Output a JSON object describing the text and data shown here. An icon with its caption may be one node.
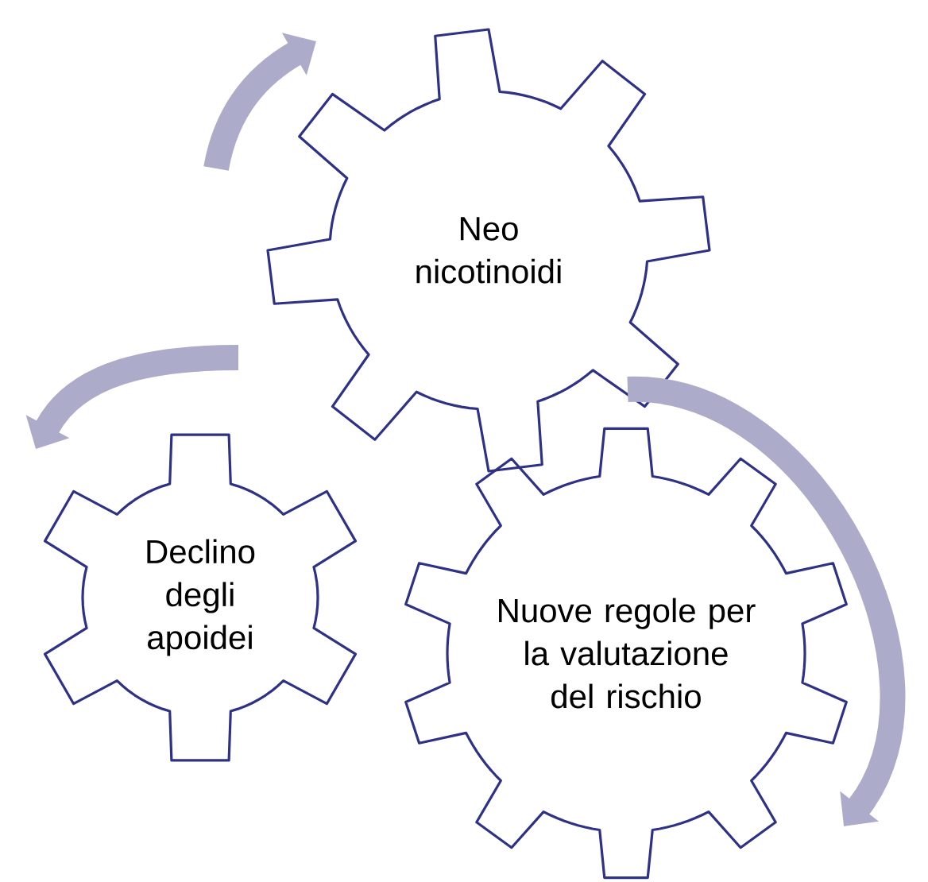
{
  "diagram": {
    "nodes": [
      {
        "text": [
          "Neo nicotinoidi"
        ]
      },
      {
        "text": [
          "Declino degli apoidei"
        ]
      },
      {
        "text": [
          "Nuove regole per la valutazione del rischio"
        ]
      }
    ]
  }
}
